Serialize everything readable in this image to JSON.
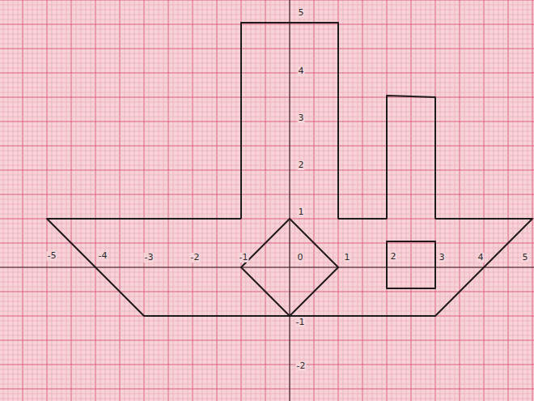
{
  "diagram": {
    "labels": [
      "-5",
      "-4",
      "-3",
      "-2",
      "-1",
      "0",
      "1",
      "2",
      "3",
      "4",
      "5",
      "5",
      "4",
      "3",
      "2",
      "1",
      "-1",
      "-2"
    ]
  }
}
